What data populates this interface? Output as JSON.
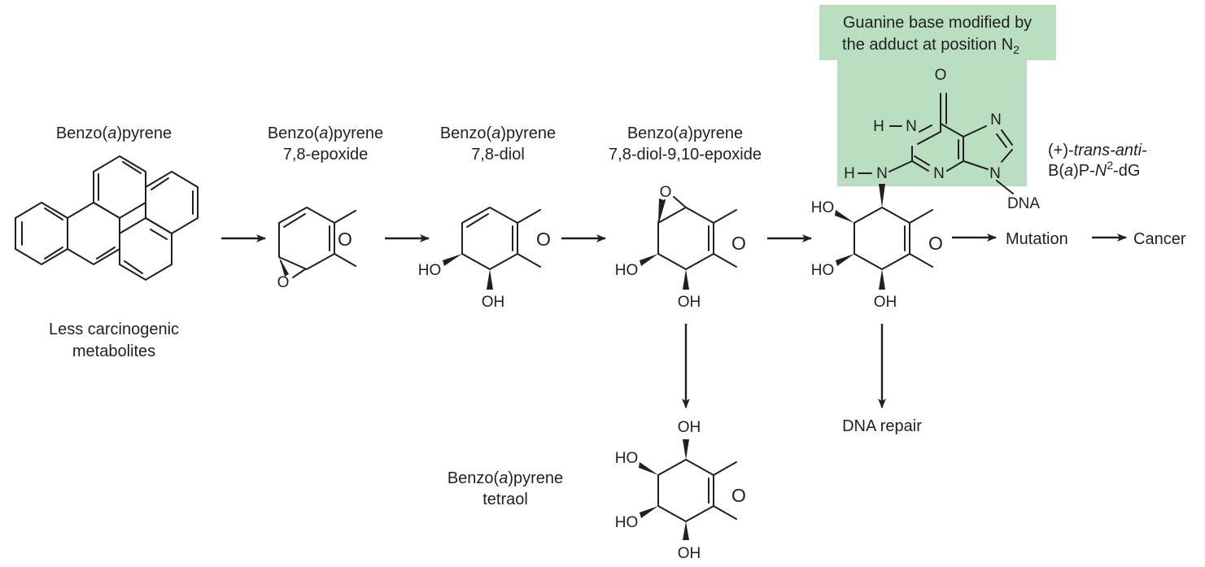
{
  "compounds": {
    "bap": {
      "name_a": "Benzo(",
      "name_i": "a",
      "name_b": ")pyrene"
    },
    "epoxide": {
      "name_a": "Benzo(",
      "name_i": "a",
      "name_b": ")pyrene",
      "sub": "7,8-epoxide"
    },
    "diol": {
      "name_a": "Benzo(",
      "name_i": "a",
      "name_b": ")pyrene",
      "sub": "7,8-diol"
    },
    "diol_epoxide": {
      "name_a": "Benzo(",
      "name_i": "a",
      "name_b": ")pyrene",
      "sub": "7,8-diol-9,10-epoxide"
    },
    "tetraol": {
      "name_a": "Benzo(",
      "name_i": "a",
      "name_b": ")pyrene",
      "sub": "tetraol"
    }
  },
  "less_carcinogenic": [
    "Less carcinogenic",
    "metabolites"
  ],
  "adduct": {
    "line1_a": "(+)-",
    "line1_i": "trans-anti-",
    "line2_a": "B(",
    "line2_i1": "a",
    "line2_b": ")P-",
    "line2_i2": "N",
    "line2_sup": "2",
    "line2_c": "-dG"
  },
  "highlight": {
    "line1": "Guanine base modified by",
    "line2": "the adduct at position N",
    "line2_sub": "2",
    "color": "#b9dfc0"
  },
  "outcomes": {
    "mutation": "Mutation",
    "cancer": "Cancer",
    "dna_repair": "DNA repair"
  },
  "atoms": {
    "ho": "HO",
    "oh": "OH",
    "o": "O",
    "n": "N",
    "h": "H",
    "dna": "DNA",
    "ring_o": "O"
  }
}
